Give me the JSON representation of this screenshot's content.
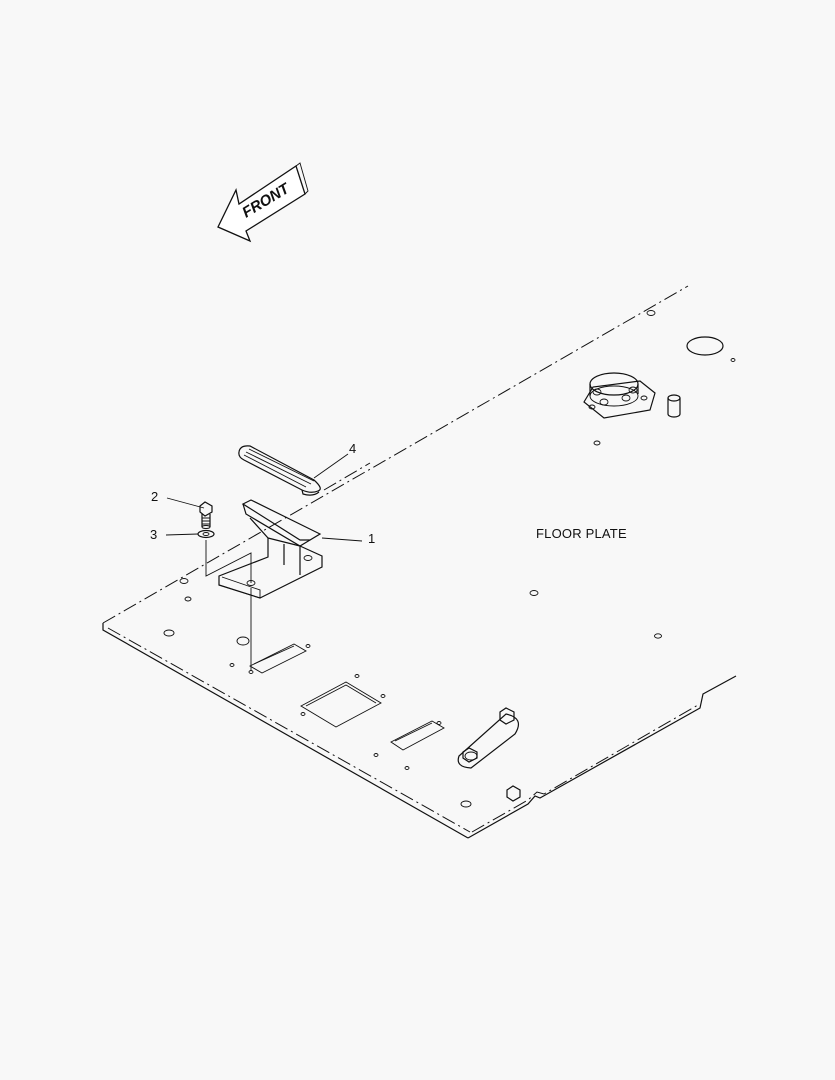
{
  "diagram": {
    "front_arrow": {
      "label": "FRONT",
      "icon": "direction-arrow-icon"
    },
    "area_label": "FLOOR PLATE",
    "callouts": [
      {
        "id": "part-1",
        "number": "1"
      },
      {
        "id": "part-2",
        "number": "2"
      },
      {
        "id": "part-3",
        "number": "3"
      },
      {
        "id": "part-4",
        "number": "4"
      }
    ],
    "colors": {
      "line": "#111111",
      "background": "#f8f8f8"
    }
  }
}
